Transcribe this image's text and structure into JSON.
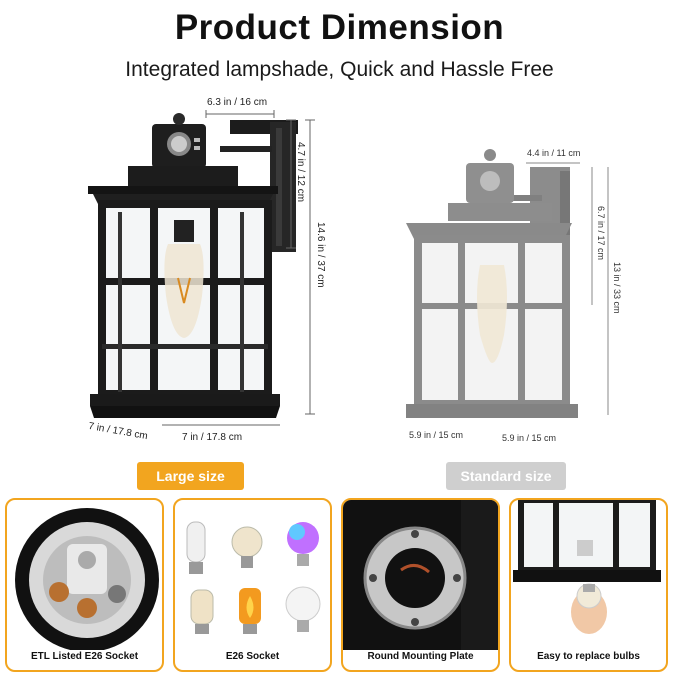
{
  "header": {
    "title": "Product Dimension",
    "subtitle": "Integrated lampshade, Quick and Hassle Free"
  },
  "large": {
    "width_top": "6.3 in / 16 cm",
    "height_arm": "4.7 in / 12 cm",
    "height_total": "14.6 in / 37 cm",
    "depth_base": "7 in / 17.8 cm",
    "width_base": "7 in / 17.8 cm",
    "badge": "Large size",
    "badge_color": "#f2a51f"
  },
  "standard": {
    "width_top": "4.4 in / 11 cm",
    "height_arm": "6.7 in / 17 cm",
    "height_total": "13 in / 33 cm",
    "depth_base": "5.9 in / 15 cm",
    "width_base": "5.9 in / 15 cm",
    "badge": "Standard size",
    "badge_color": "#cfcfcf"
  },
  "features": [
    {
      "label": "ETL Listed E26 Socket",
      "icon": "socket-icon"
    },
    {
      "label": "E26 Socket",
      "icon": "bulbs-icon"
    },
    {
      "label": "Round Mounting Plate",
      "icon": "mounting-plate-icon"
    },
    {
      "label": "Easy to replace bulbs",
      "icon": "bulb-replace-icon"
    }
  ],
  "colors": {
    "accent": "#f2a51f",
    "fixture": "#1c1c1c",
    "fixture_gray": "#8a8a8a"
  }
}
